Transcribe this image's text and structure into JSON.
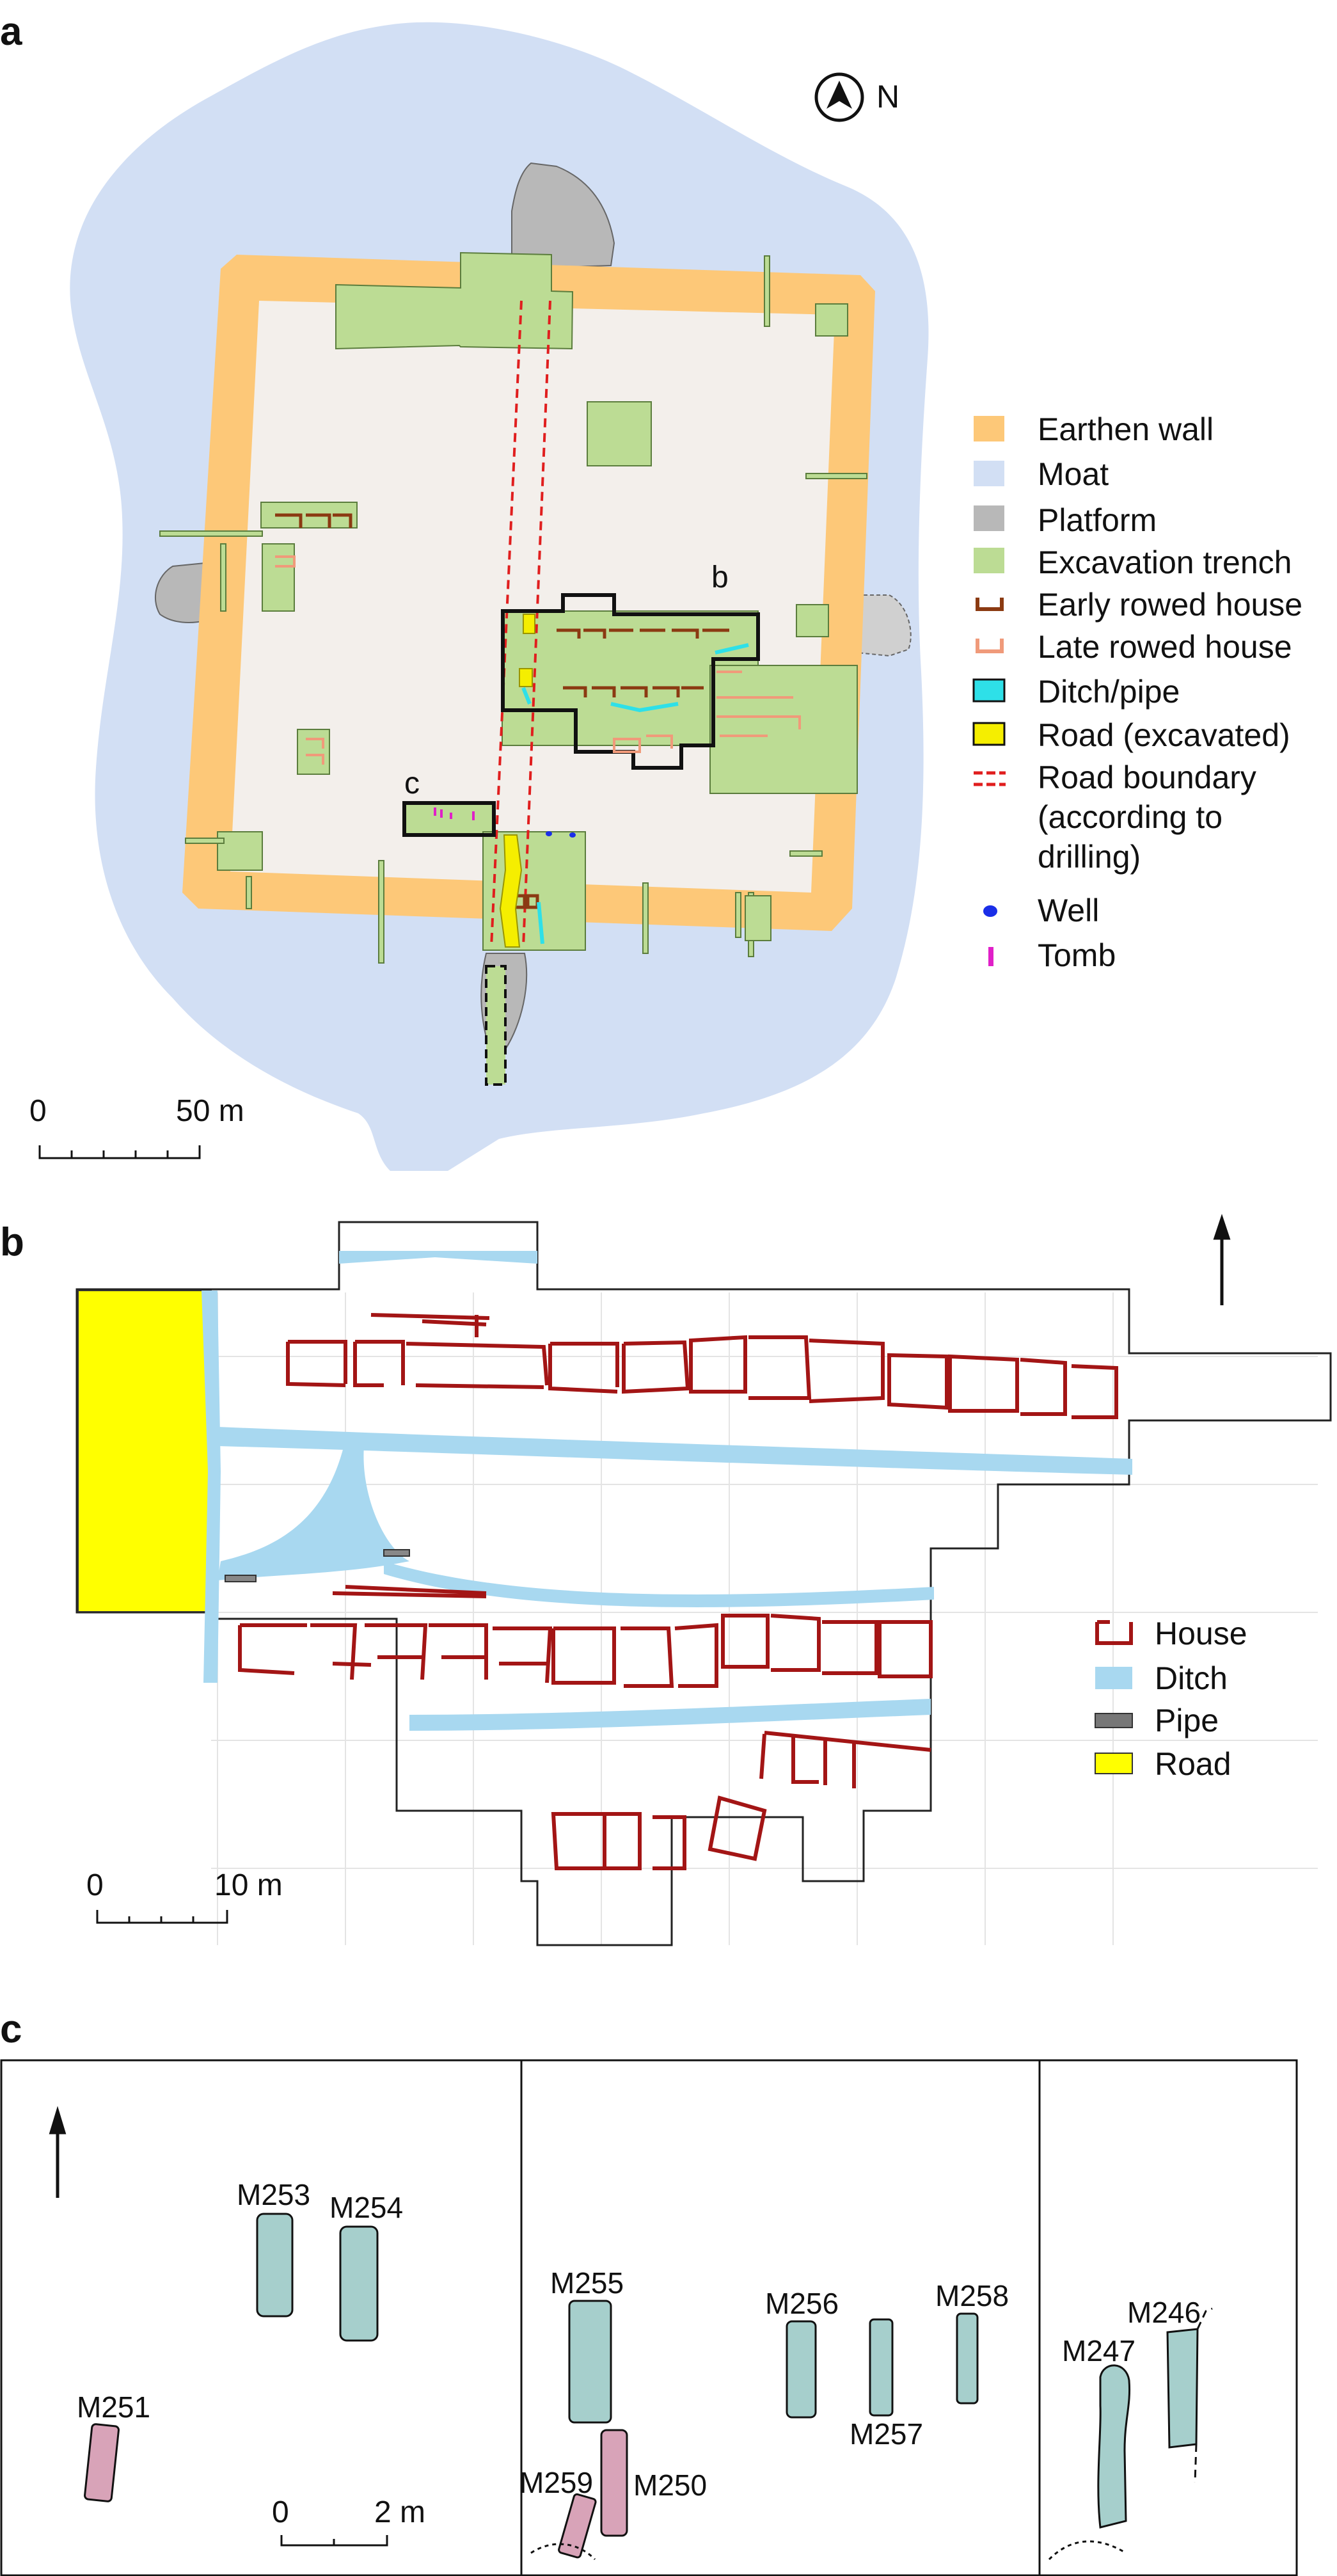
{
  "panel_a": {
    "label": "a",
    "north": "N",
    "inset_b": "b",
    "inset_c": "c",
    "scale": {
      "zero": "0",
      "end": "50 m"
    },
    "legend": [
      {
        "key": "earthen-wall",
        "text": "Earthen wall",
        "color": "#fdc878"
      },
      {
        "key": "moat",
        "text": "Moat",
        "color": "#d2dff4"
      },
      {
        "key": "platform",
        "text": "Platform",
        "color": "#b8b8b8"
      },
      {
        "key": "excavation-trench",
        "text": "Excavation trench",
        "color": "#bcdc94"
      },
      {
        "key": "early-rowed-house",
        "text": "Early rowed house",
        "color": "#8b3a12"
      },
      {
        "key": "late-rowed-house",
        "text": "Late rowed house",
        "color": "#f09a7a"
      },
      {
        "key": "ditch-pipe",
        "text": "Ditch/pipe",
        "color": "#2ee0e8"
      },
      {
        "key": "road-excavated",
        "text": "Road (excavated)",
        "color": "#f5ee00"
      },
      {
        "key": "road-boundary",
        "text": "Road boundary",
        "text2": "(according to",
        "text3": "drilling)",
        "color": "#e01e1e"
      },
      {
        "key": "well",
        "text": "Well",
        "color": "#1a2ee8"
      },
      {
        "key": "tomb",
        "text": "Tomb",
        "color": "#e020c8"
      }
    ]
  },
  "panel_b": {
    "label": "b",
    "scale": {
      "zero": "0",
      "end": "10 m"
    },
    "legend": [
      {
        "key": "house",
        "text": "House",
        "color": "#a31515"
      },
      {
        "key": "ditch",
        "text": "Ditch",
        "color": "#a8d8f0"
      },
      {
        "key": "pipe",
        "text": "Pipe",
        "color": "#777777"
      },
      {
        "key": "road",
        "text": "Road",
        "color": "#ffff00"
      }
    ]
  },
  "panel_c": {
    "label": "c",
    "scale": {
      "zero": "0",
      "end": "2 m"
    },
    "tombs": [
      {
        "id": "M253",
        "color": "#a6cfcc"
      },
      {
        "id": "M254",
        "color": "#a6cfcc"
      },
      {
        "id": "M251",
        "color": "#d8a3b8"
      },
      {
        "id": "M255",
        "color": "#a6cfcc"
      },
      {
        "id": "M259",
        "color": "#d8a3b8"
      },
      {
        "id": "M250",
        "color": "#d8a3b8"
      },
      {
        "id": "M256",
        "color": "#a6cfcc"
      },
      {
        "id": "M257",
        "color": "#a6cfcc"
      },
      {
        "id": "M258",
        "color": "#a6cfcc"
      },
      {
        "id": "M247",
        "color": "#a6cfcc"
      },
      {
        "id": "M246",
        "color": "#a6cfcc"
      }
    ]
  }
}
